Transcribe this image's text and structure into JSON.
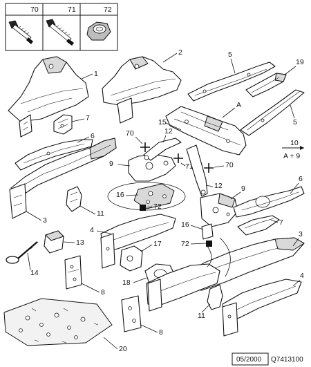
{
  "fastener_box": {
    "items": [
      {
        "id": "70",
        "icon": "bolt-flanged-icon"
      },
      {
        "id": "71",
        "icon": "bolt-long-icon"
      },
      {
        "id": "72",
        "icon": "nut-icon"
      }
    ]
  },
  "callouts": {
    "c1": "1",
    "c2": "2",
    "c3a": "3",
    "c3b": "3",
    "c4a": "4",
    "c4b": "4",
    "c5a": "5",
    "c5b": "5",
    "c6a": "6",
    "c6b": "6",
    "c7a": "7",
    "c7b": "7",
    "c8a": "8",
    "c8b": "8",
    "c9a": "9",
    "c9b": "9",
    "c11a": "11",
    "c11b": "11",
    "c12a": "12",
    "c12b": "12",
    "c13": "13",
    "c14": "14",
    "c15": "15",
    "c16a": "16",
    "c16b": "16",
    "c17": "17",
    "c18": "18",
    "c19": "19",
    "c20": "20",
    "c70a": "70",
    "c70b": "70",
    "c71": "71",
    "c72a": "72",
    "c72b": "72",
    "cA": "A"
  },
  "note": {
    "top": "10",
    "bottom": "A + 9"
  },
  "footer": {
    "date": "05/2000",
    "code": "Q7413100"
  }
}
